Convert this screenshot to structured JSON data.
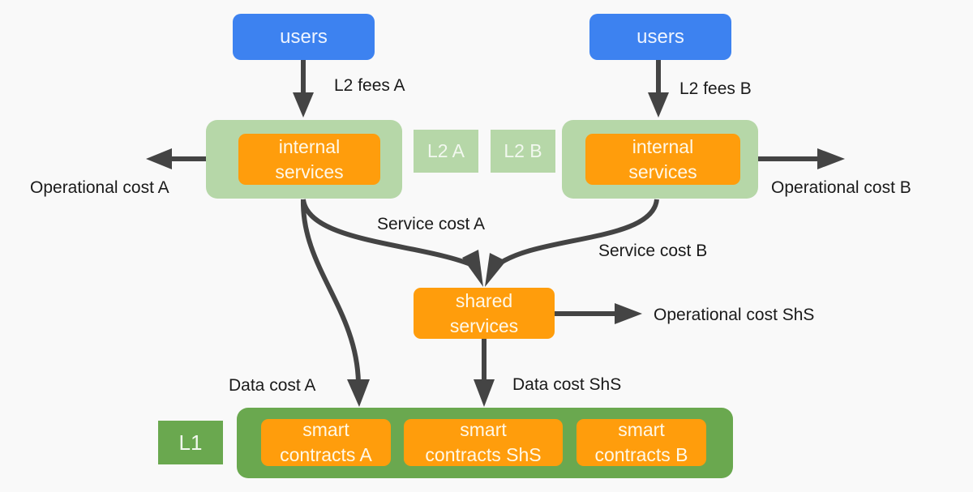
{
  "nodes": {
    "users_a": "users",
    "users_b": "users",
    "internal_a": "internal\nservices",
    "internal_b": "internal\nservices",
    "l2a_tag": "L2 A",
    "l2b_tag": "L2 B",
    "shared": "shared\nservices",
    "l1_tag": "L1",
    "sc_a": "smart\ncontracts A",
    "sc_shs": "smart\ncontracts ShS",
    "sc_b": "smart\ncontracts B"
  },
  "edges": {
    "l2_fees_a": "L2 fees A",
    "l2_fees_b": "L2 fees B",
    "op_cost_a": "Operational cost A",
    "op_cost_b": "Operational cost B",
    "service_cost_a": "Service cost A",
    "service_cost_b": "Service cost B",
    "op_cost_shs": "Operational cost ShS",
    "data_cost_a": "Data cost A",
    "data_cost_shs": "Data cost ShS"
  },
  "colors": {
    "users": "#3d82f0",
    "l2_layer": "#b6d7a8",
    "service": "#ff9d0c",
    "l1_layer": "#6aa84f",
    "arrow": "#444444"
  }
}
